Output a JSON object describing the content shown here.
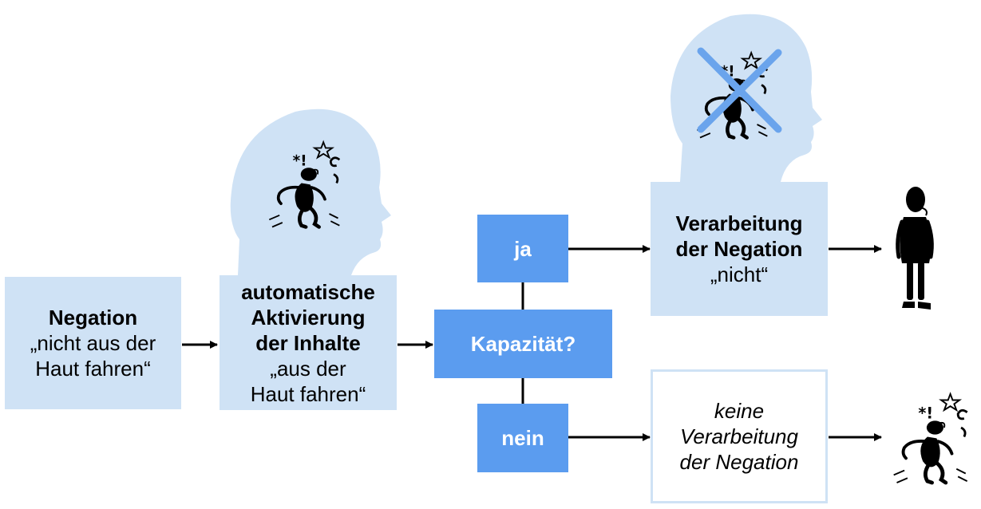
{
  "box_negation": {
    "title": "Negation",
    "line1": "„nicht aus der",
    "line2": "Haut fahren“"
  },
  "box_activation": {
    "title1": "automatische",
    "title2": "Aktivierung",
    "title3": "der Inhalte",
    "line1": "„aus der",
    "line2": "Haut fahren“"
  },
  "box_capacity": {
    "label": "Kapazität?"
  },
  "box_yes": {
    "label": "ja"
  },
  "box_no": {
    "label": "nein"
  },
  "box_processing": {
    "title1": "Verarbeitung",
    "title2": "der Negation",
    "line1": "„nicht“"
  },
  "box_no_processing": {
    "line1": "keine",
    "line2": "Verarbeitung",
    "line3": "der Negation"
  },
  "icons": {
    "head": "human-head-silhouette-icon",
    "jumpy_figure": "startled-figure-icon",
    "calm_figure": "calm-standing-figure-icon",
    "cross": "cross-out-icon",
    "doodle_symbols": "*!☆ઽ"
  },
  "colors": {
    "light_blue": "#cfe2f5",
    "medium_blue": "#5b9cef",
    "cross_blue": "#6aa4ec",
    "arrow": "#000000"
  }
}
